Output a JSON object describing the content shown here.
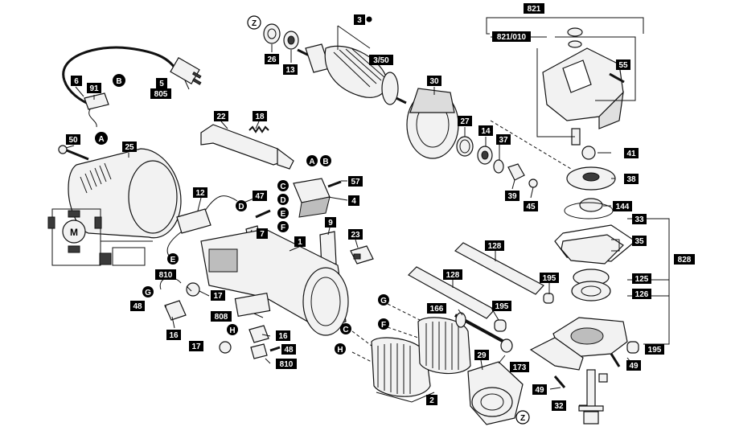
{
  "callouts": {
    "c821": "821",
    "c821_010": "821/010",
    "c3": "3",
    "c3_50": "3/50",
    "c26": "26",
    "c13": "13",
    "c6": "6",
    "c91": "91",
    "c5": "5",
    "c805": "805",
    "c30": "30",
    "c55": "55",
    "c22": "22",
    "c18": "18",
    "c27": "27",
    "c14": "14",
    "c37": "37",
    "c41": "41",
    "c50": "50",
    "c25": "25",
    "c57": "57",
    "c4": "4",
    "c38": "38",
    "c39": "39",
    "c45": "45",
    "c12": "12",
    "c47": "47",
    "c144": "144",
    "c33": "33",
    "c7": "7",
    "c9": "9",
    "c23": "23",
    "c1": "1",
    "c35": "35",
    "c128a": "128",
    "c828": "828",
    "c128b": "128",
    "c195a": "195",
    "c125": "125",
    "c810a": "810",
    "c126": "126",
    "c17a": "17",
    "c48a": "48",
    "c166": "166",
    "c195b": "195",
    "c808": "808",
    "c16a": "16",
    "c16b": "16",
    "c17b": "17",
    "c48b": "48",
    "c810b": "810",
    "c29": "29",
    "c173": "173",
    "c195c": "195",
    "c49a": "49",
    "c49b": "49",
    "c2": "2",
    "c32": "32"
  },
  "markers": {
    "A": "A",
    "B": "B",
    "C": "C",
    "D": "D",
    "E": "E",
    "F": "F",
    "G": "G",
    "H": "H",
    "Z": "Z",
    "M": "M"
  },
  "colors": {
    "label_bg": "#000000",
    "label_text": "#ffffff",
    "line": "#111111"
  }
}
